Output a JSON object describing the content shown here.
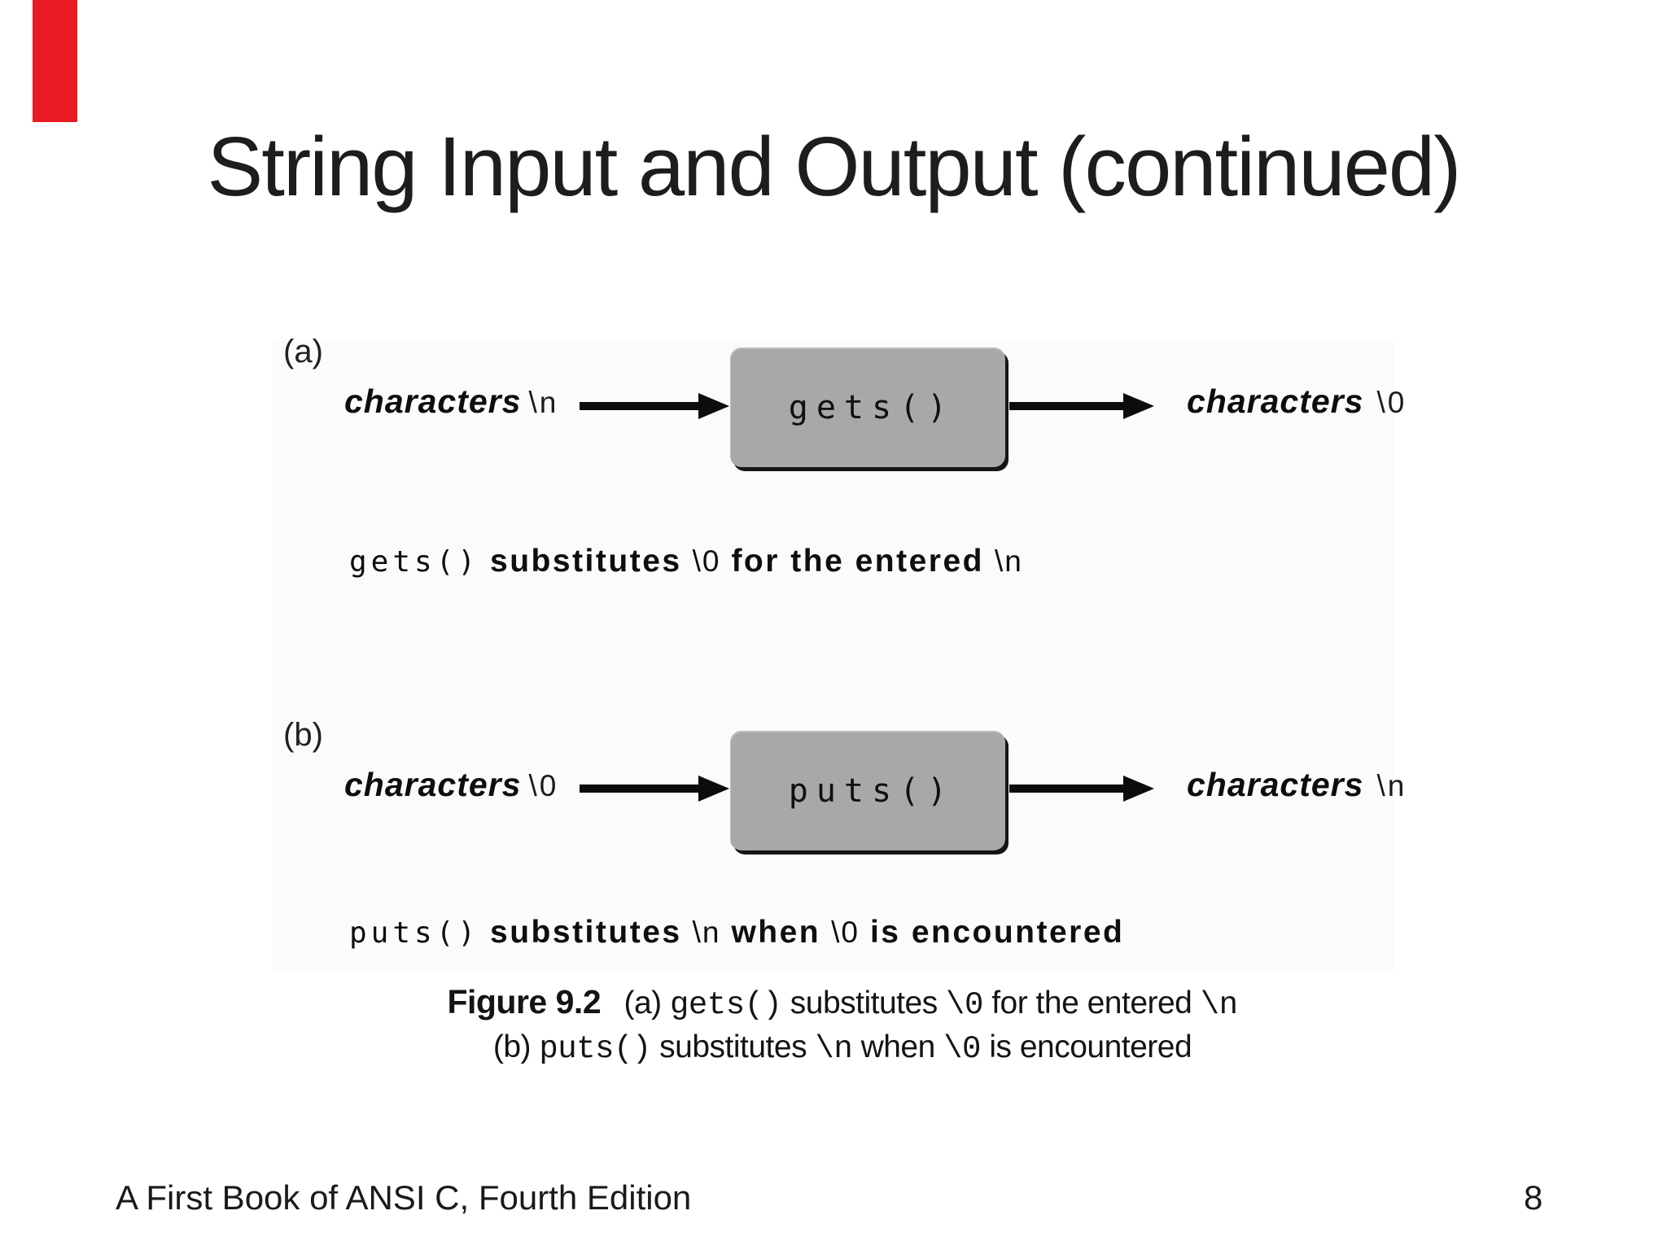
{
  "slide": {
    "title": "String Input and Output (continued)",
    "footer_left": "A First Book of ANSI C, Fourth Edition",
    "page_number": "8"
  },
  "decor": {
    "red_bar_color": "#e91c23",
    "box_fill": "#a8a8a8"
  },
  "figure": {
    "panel_a": {
      "label": "(a)",
      "input_word": "characters",
      "input_escape": "\\n",
      "box_label": "gets()",
      "output_word": "characters",
      "output_escape": "\\0",
      "caption": {
        "code": "gets()",
        "t1": "substitutes",
        "e1": "\\0",
        "t2": "for the entered",
        "e2": "\\n"
      }
    },
    "panel_b": {
      "label": "(b)",
      "input_word": "characters",
      "input_escape": "\\0",
      "box_label": "puts()",
      "output_word": "characters",
      "output_escape": "\\n",
      "caption": {
        "code": "puts()",
        "t1": "substitutes",
        "e1": "\\n",
        "t2": "when",
        "e2": "\\0",
        "t3": "is encountered"
      }
    },
    "caption": {
      "number": "Figure 9.2",
      "line1": {
        "t1": "(a)",
        "code": "gets()",
        "t2": "substitutes",
        "e1": "\\0",
        "t3": "for the entered",
        "e2": "\\n"
      },
      "line2": {
        "t1": "(b)",
        "code": "puts()",
        "t2": "substitutes",
        "e1": "\\n",
        "t3": "when",
        "e2": "\\0",
        "t4": "is encountered"
      }
    }
  }
}
